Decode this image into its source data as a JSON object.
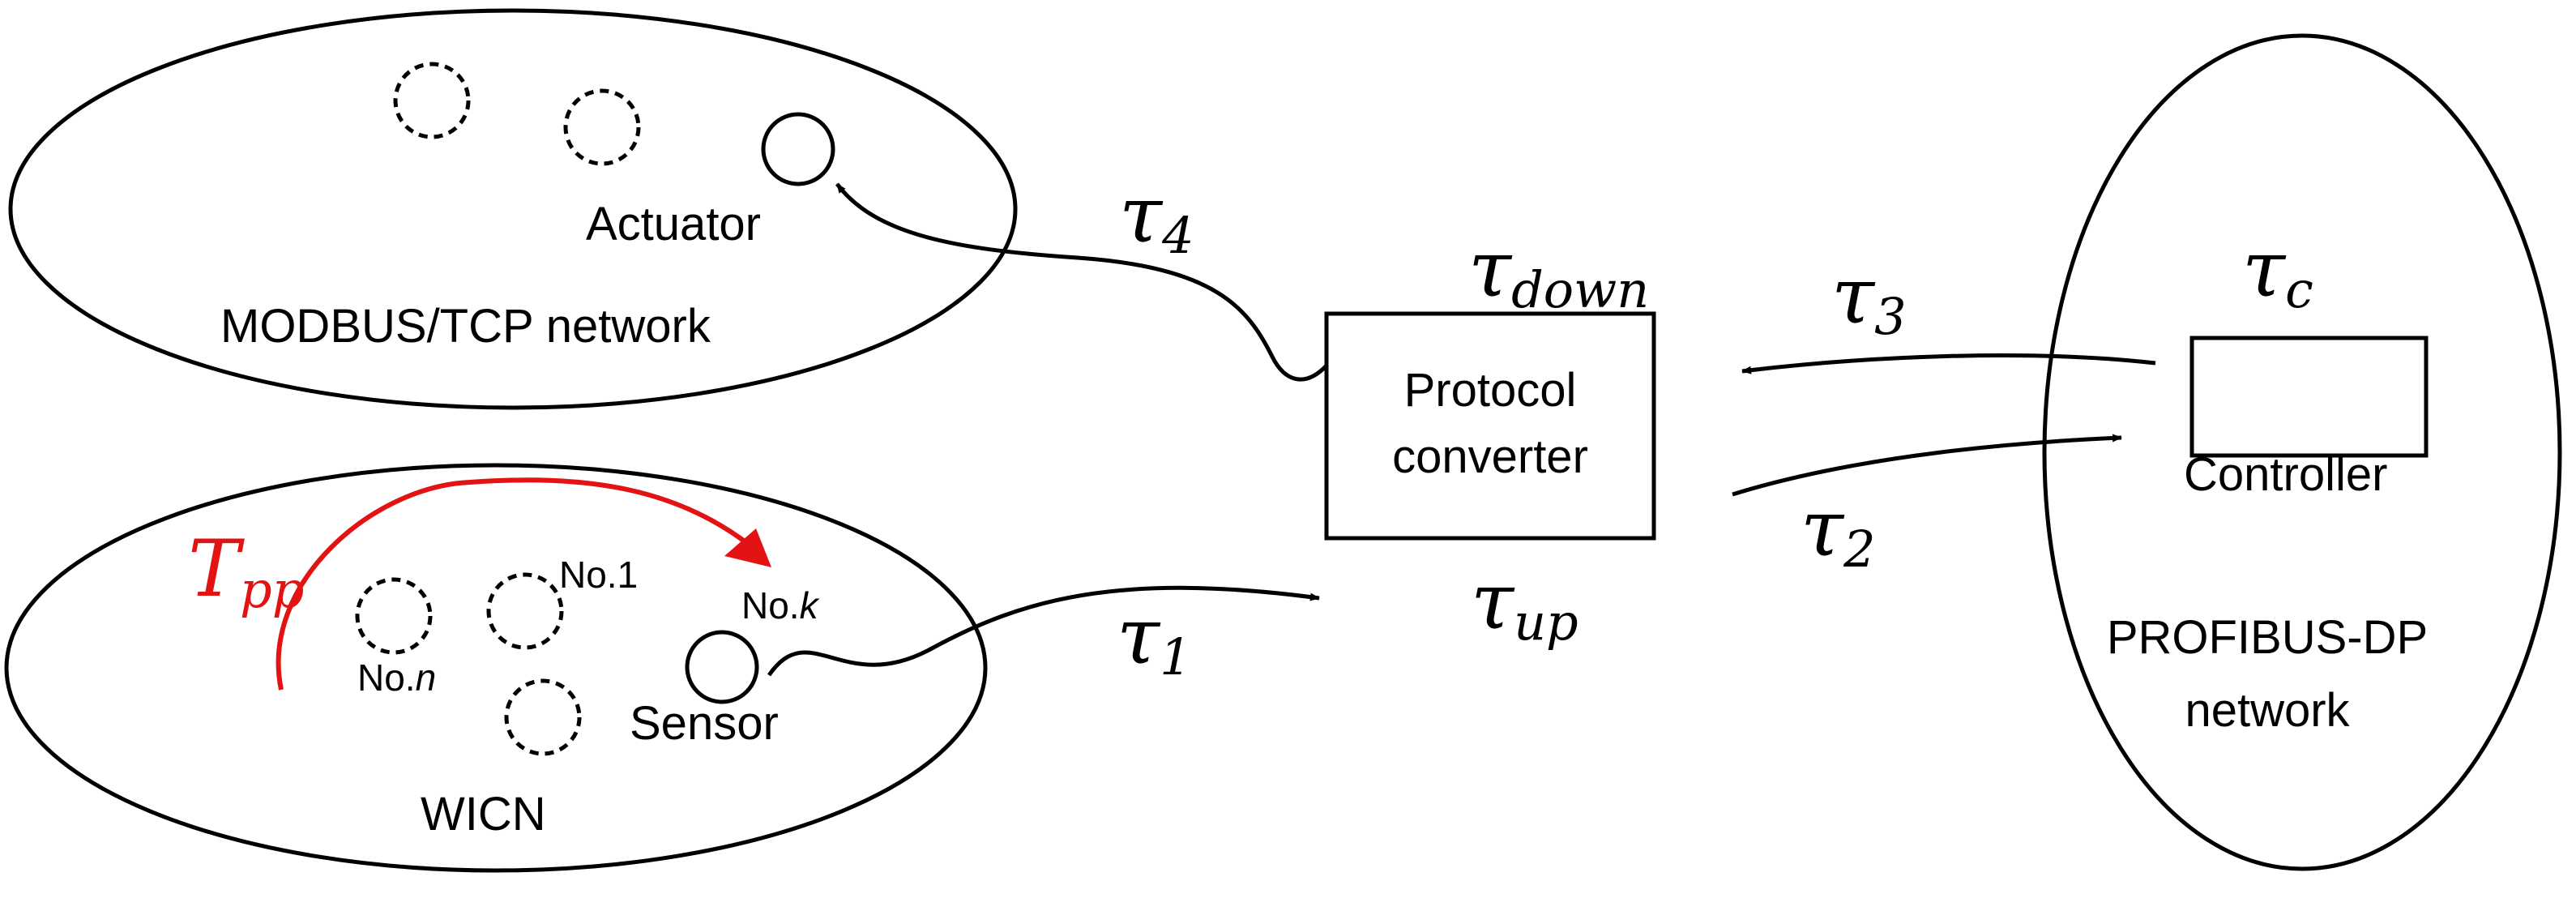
{
  "networks": {
    "modbus": "MODBUS/TCP network",
    "wicn": "WICN",
    "profibus_line1": "PROFIBUS-DP",
    "profibus_line2": "network"
  },
  "devices": {
    "actuator": "Actuator",
    "sensor": "Sensor",
    "controller": "Controller",
    "converter_line1": "Protocol",
    "converter_line2": "converter"
  },
  "nodes": {
    "no1": "No.1",
    "nok_prefix": "No.",
    "nok_var": "k",
    "non_prefix": "No.",
    "non_var": "n"
  },
  "delays": {
    "tau": "τ",
    "t_big": "T",
    "tau1_sub": "1",
    "tau2_sub": "2",
    "tau3_sub": "3",
    "tau4_sub": "4",
    "down_sub": "down",
    "up_sub": "up",
    "c_sub": "c",
    "pp_sub": "pp"
  },
  "colors": {
    "line": "#000000",
    "highlight": "#e31313"
  }
}
